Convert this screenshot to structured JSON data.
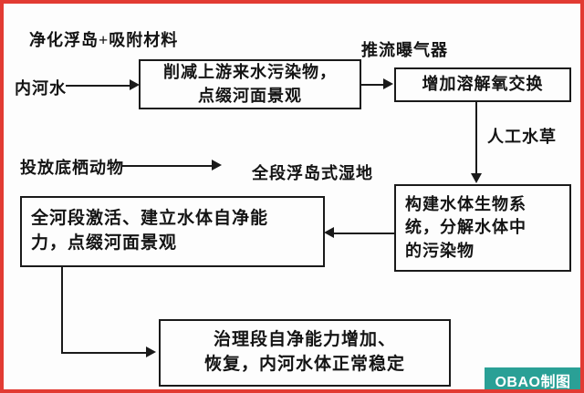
{
  "frame": {
    "border_color": "#e23b33",
    "background": "#fdfdfd"
  },
  "labels": {
    "purify_island": "净化浮岛+吸附材料",
    "inner_river": "内河水",
    "aerator": "推流曝气器",
    "artificial_grass": "人工水草",
    "wetland": "全段浮岛式湿地",
    "benthic_animals": "投放底栖动物"
  },
  "boxes": {
    "reduce": {
      "lines": [
        "削减上游来水污染物，",
        "点缀河面景观"
      ]
    },
    "oxygen": {
      "lines": [
        "增加溶解氧交换"
      ]
    },
    "biosystem": {
      "lines": [
        "构建水体生物系",
        "统，分解水体中",
        "的污染物"
      ]
    },
    "activate": {
      "lines": [
        "全河段激活、建立水体自净能",
        "力，点缀河面景观"
      ]
    },
    "recover": {
      "lines": [
        "治理段自净能力增加、",
        "恢复，内河水体正常稳定"
      ]
    }
  },
  "watermark": {
    "text": "OBAO制图",
    "bg_color": "#2aa096",
    "text_color": "#ffffff"
  }
}
